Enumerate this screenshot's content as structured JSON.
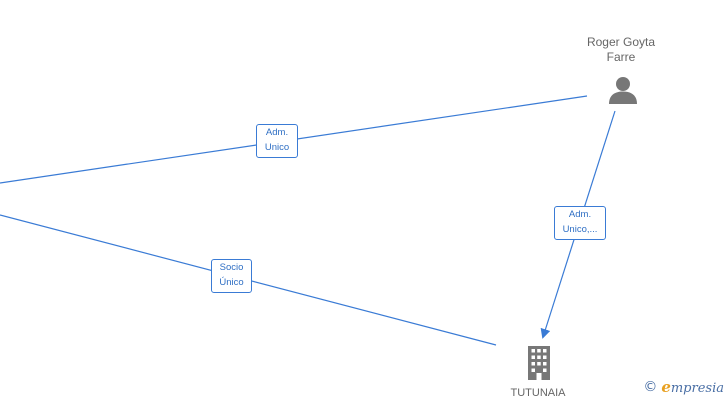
{
  "nodes": {
    "person": {
      "name": "Roger Goyta Farre",
      "name_line1": "Roger Goyta",
      "name_line2": "Farre",
      "icon": "person-icon"
    },
    "company": {
      "name": "TUTUNAIA",
      "icon": "building-icon"
    }
  },
  "edges": [
    {
      "id": "adm-unico",
      "line1": "Adm.",
      "line2": "Unico"
    },
    {
      "id": "socio-unico",
      "line1": "Socio",
      "line2": "Único"
    },
    {
      "id": "adm-unico-more",
      "line1": "Adm.",
      "line2": "Unico,..."
    }
  ],
  "colors": {
    "edge": "#3a7bd5",
    "node_icon": "#777777",
    "label_text": "#666666",
    "brand": "#e8a020"
  },
  "watermark": {
    "copyright": "©",
    "initial": "e",
    "rest": "mpresia"
  }
}
